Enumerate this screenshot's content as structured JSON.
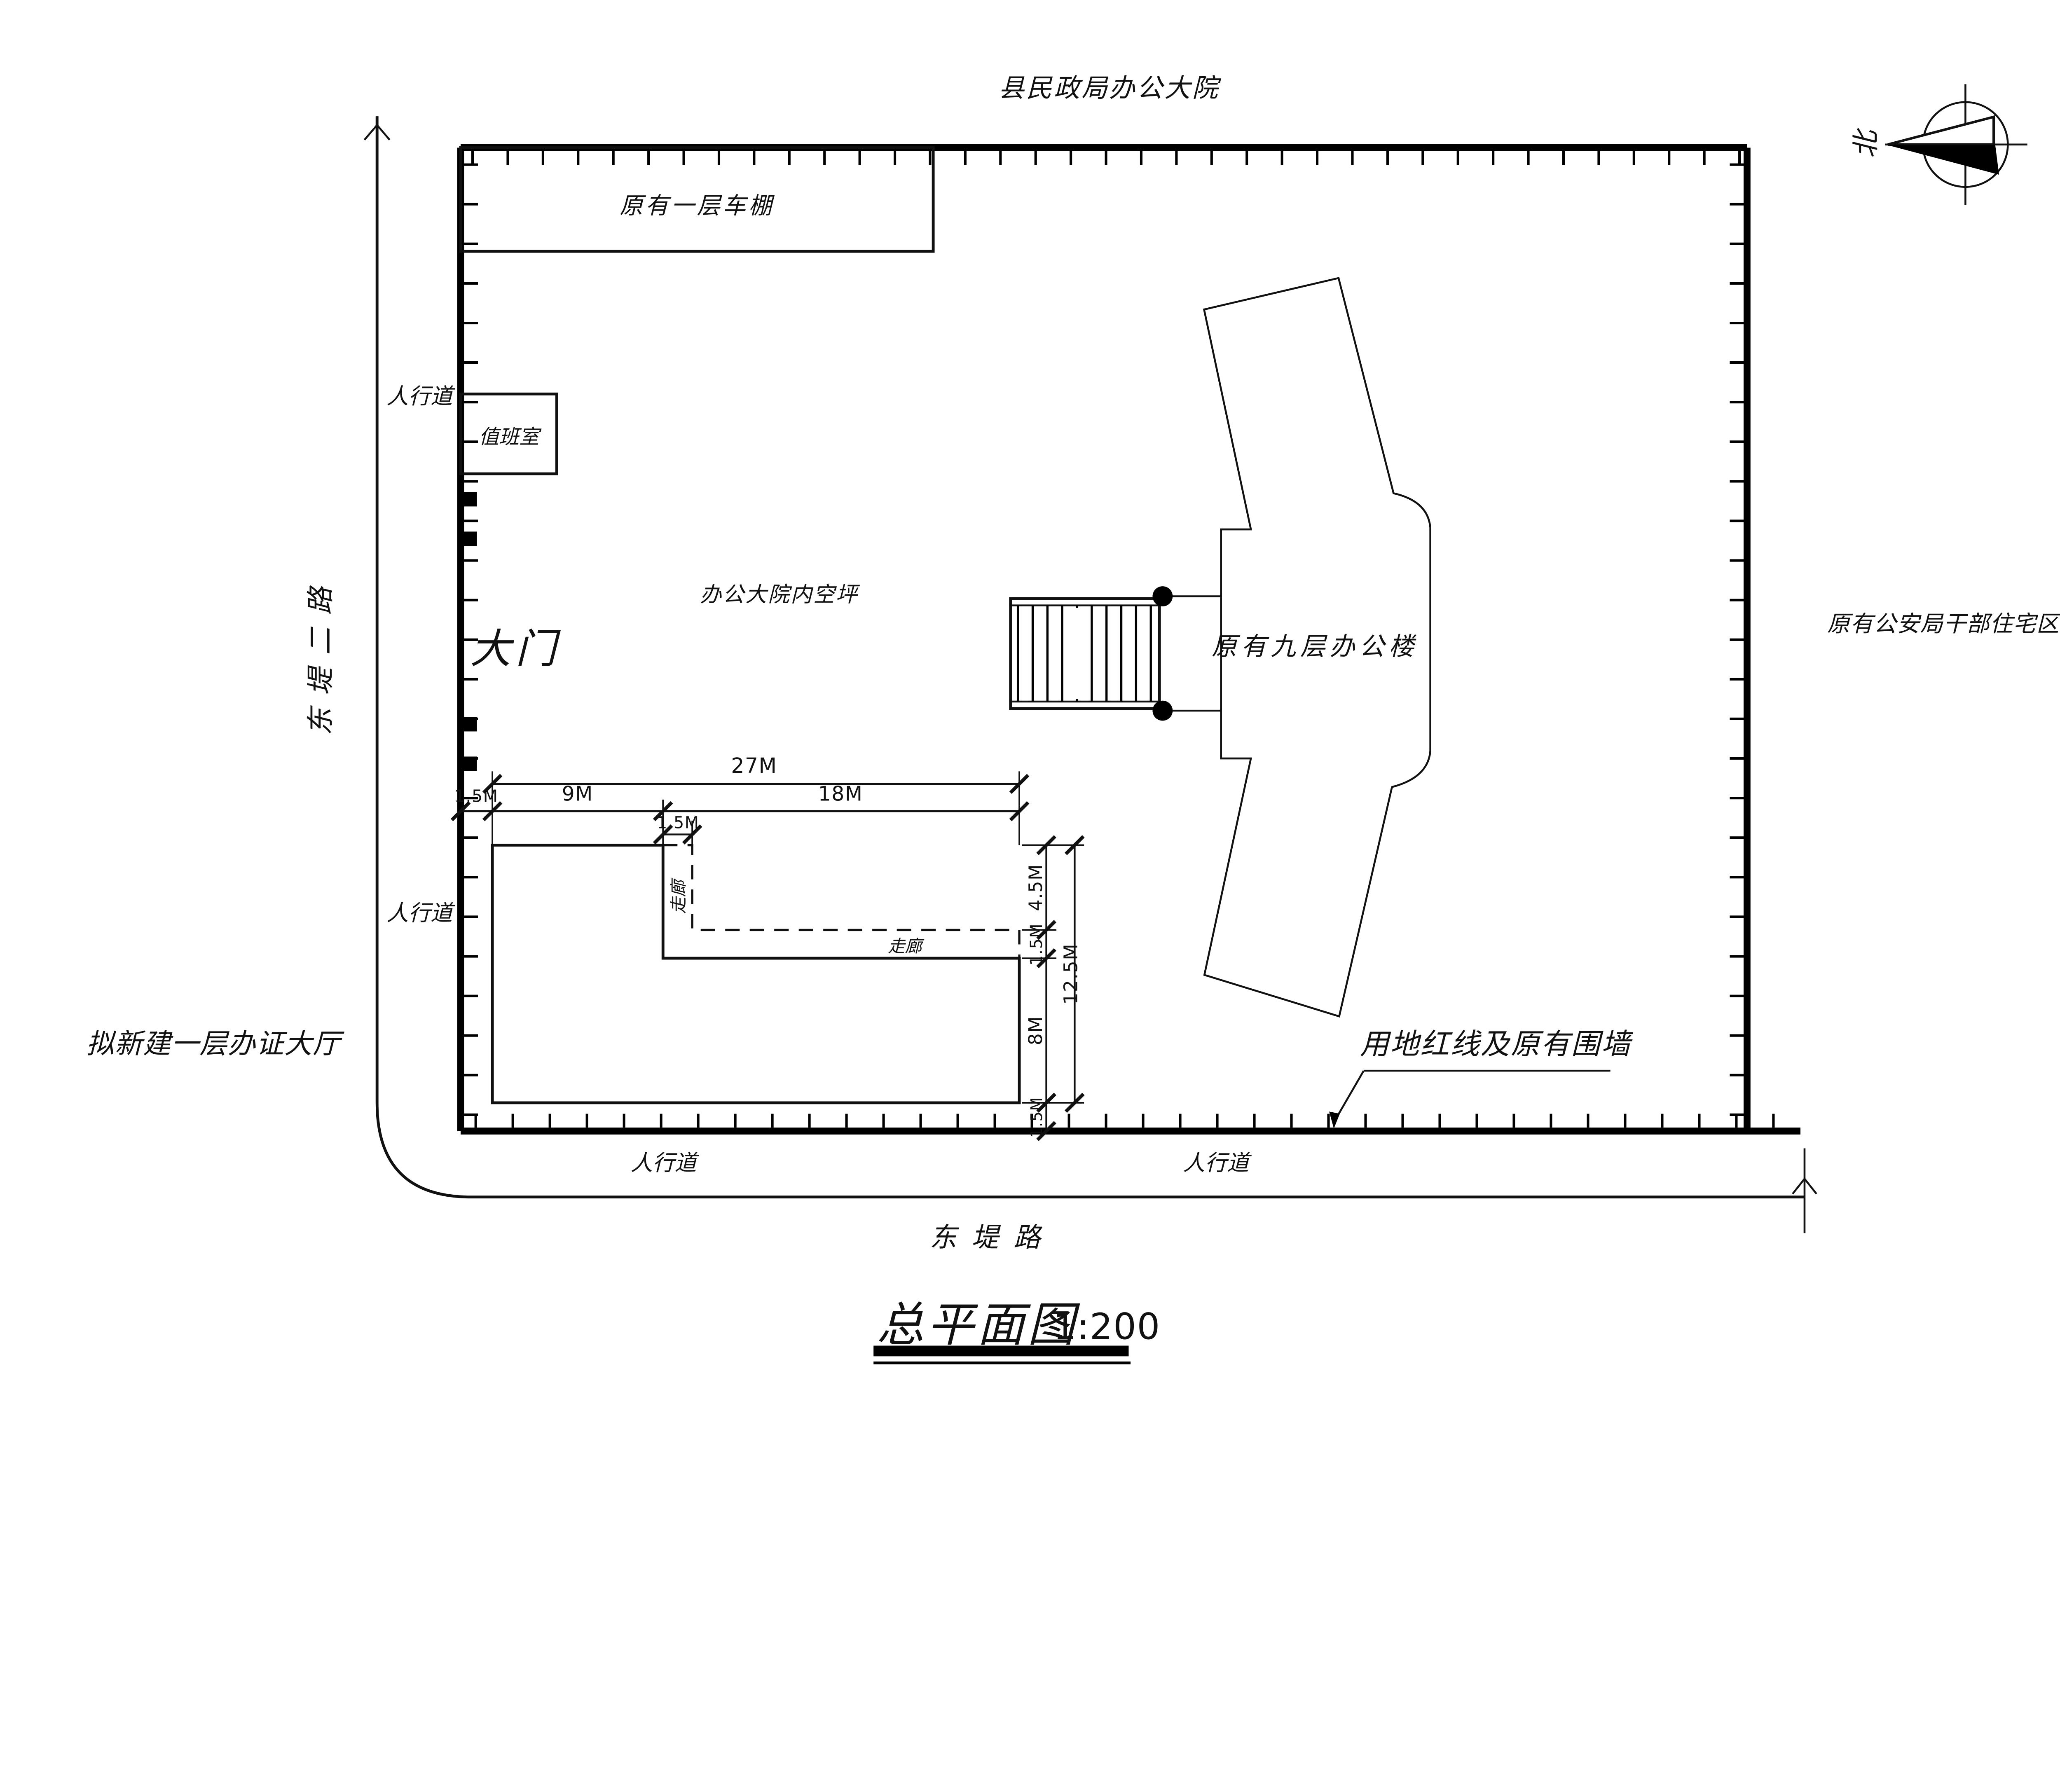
{
  "labels": {
    "top_neighbor": "县民政局办公大院",
    "carport": "原有一层车棚",
    "sidewalk_upper_left": "人行道",
    "sidewalk_lower_left": "人行道",
    "sidewalk_bottom_left": "人行道",
    "sidewalk_bottom_right": "人行道",
    "duty_room": "值班室",
    "gate": "大门",
    "left_road": "东堤二路",
    "courtyard": "办公大院内空坪",
    "office_tower": "原有九层办公楼",
    "right_neighbor": "原有公安局干部住宅区",
    "proposed_hall": "拟新建一层办证大厅",
    "corridor_vertical": "走廊",
    "corridor_horizontal": "走廊",
    "boundary_note": "用地红线及原有围墙",
    "bottom_road": "东 堤 路",
    "north": "北",
    "title": "总平面图",
    "scale": "1:200"
  },
  "dims": {
    "top_total": "27M",
    "top_left_offset": "1.5M",
    "top_seg_left": "9M",
    "top_seg_right": "18M",
    "corridor_width": "1.5M",
    "right_top": "4.5M",
    "right_corridor": "1.5M",
    "right_overall": "12.5M",
    "right_main": "8M",
    "right_bottom_offset": "1.5M"
  },
  "colors": {
    "line": "#000000",
    "background": "#ffffff"
  }
}
